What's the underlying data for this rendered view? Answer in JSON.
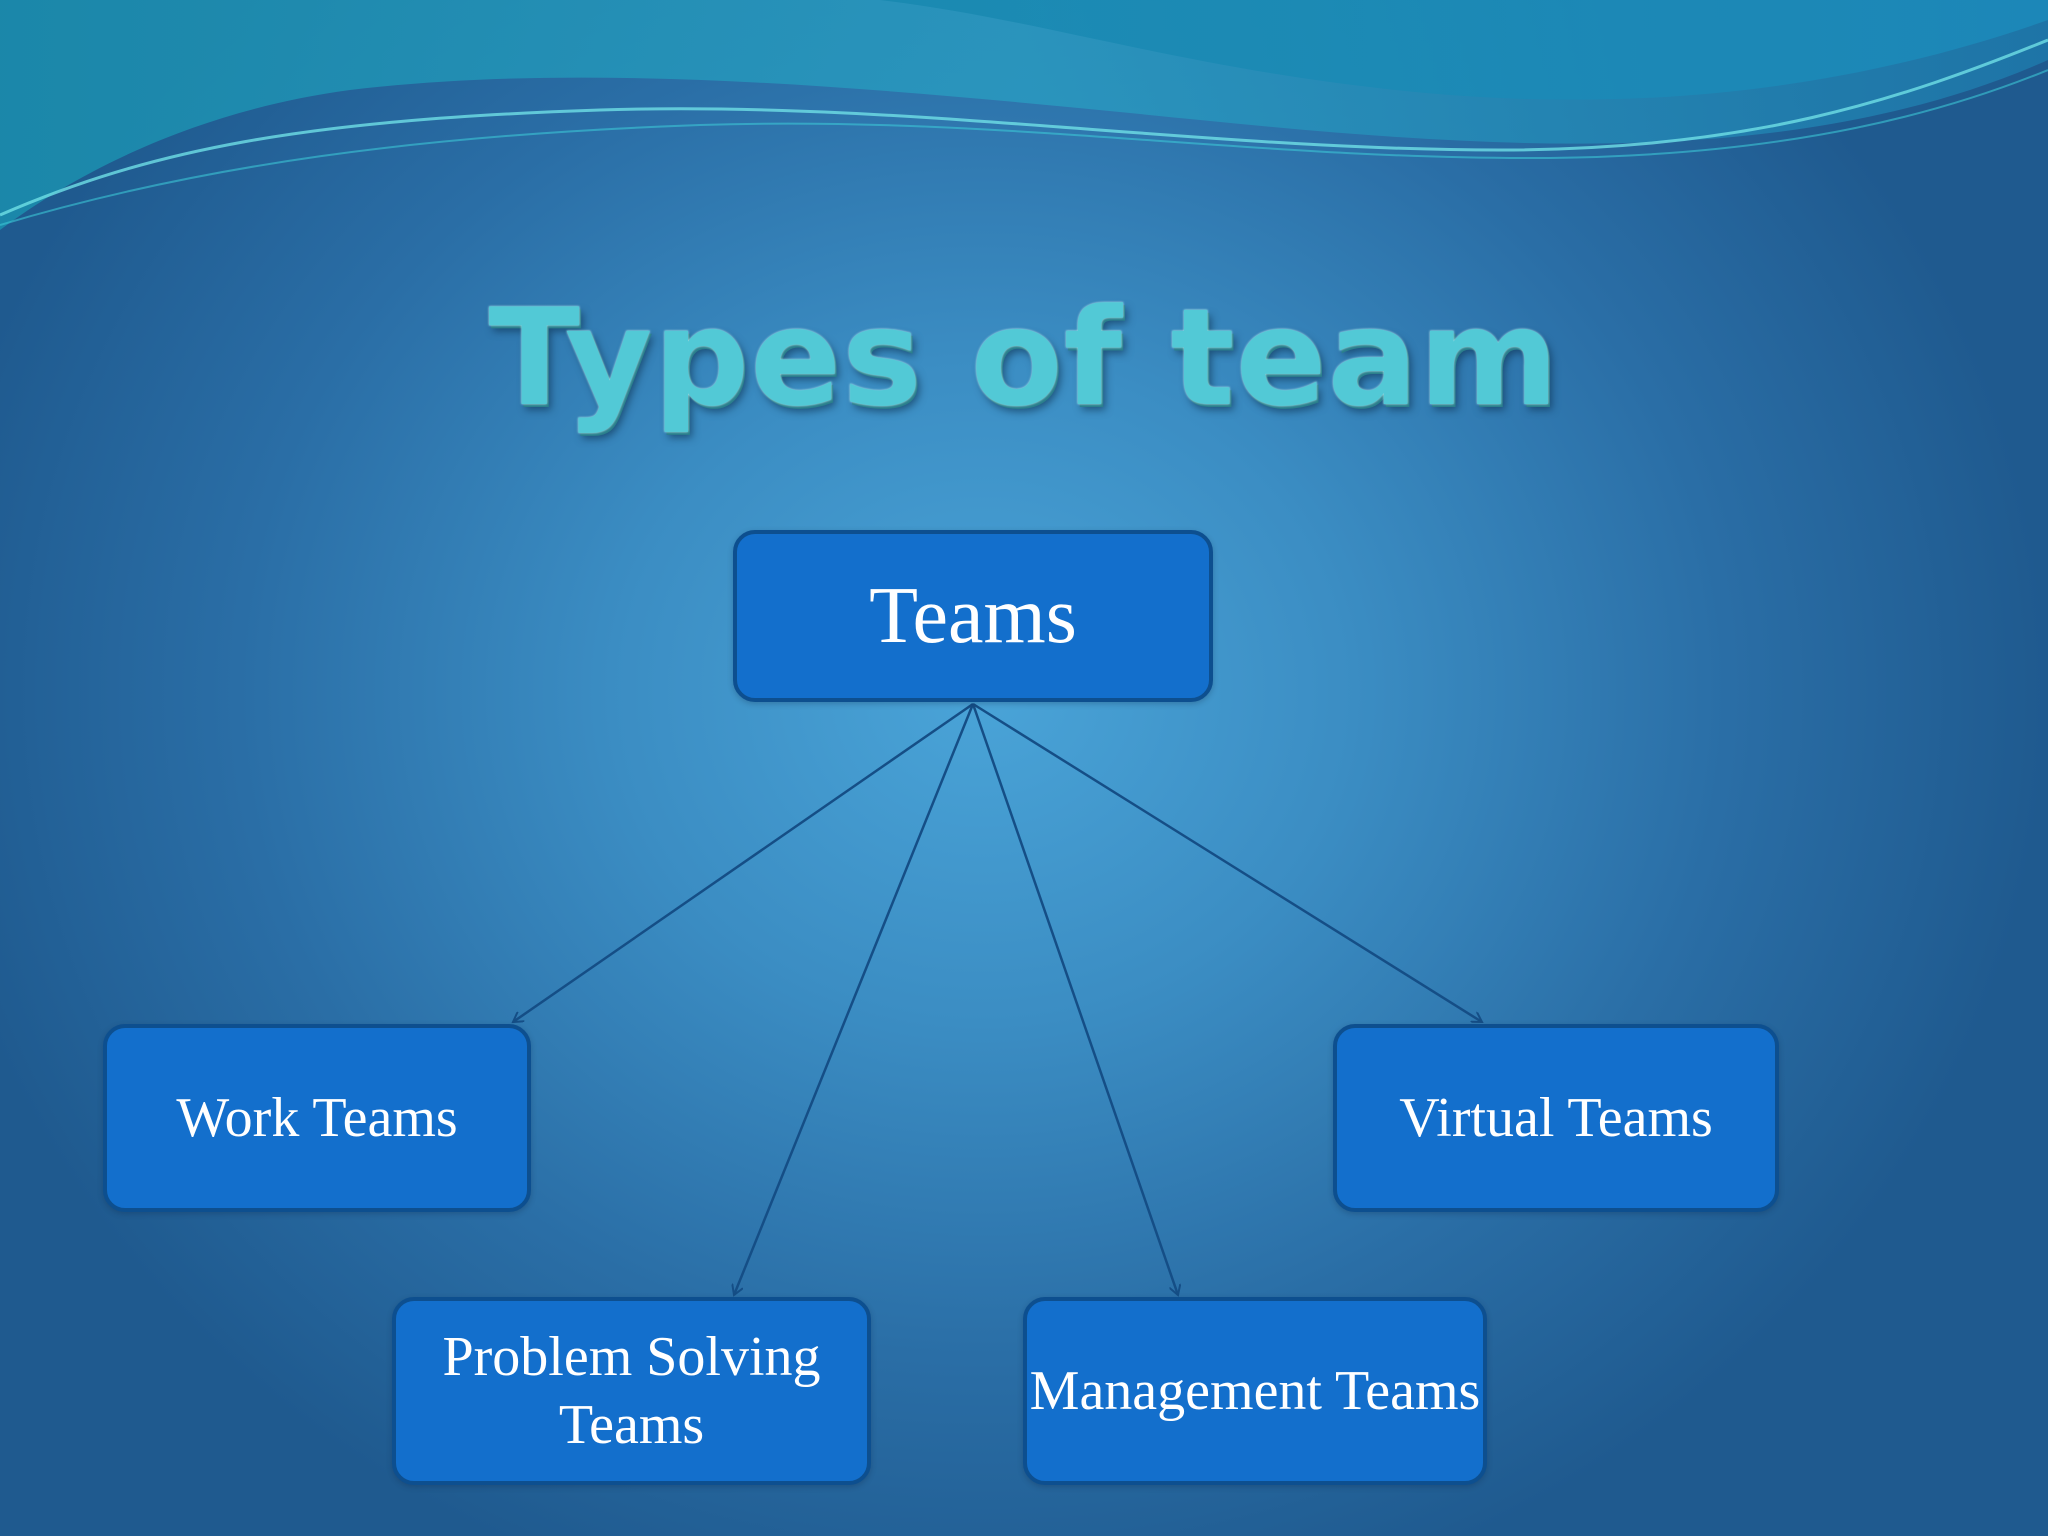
{
  "slide": {
    "title": "Types of team"
  },
  "diagram": {
    "root": {
      "label": "Teams"
    },
    "children": [
      {
        "label": "Work Teams"
      },
      {
        "label": "Problem Solving Teams"
      },
      {
        "label": "Management Teams"
      },
      {
        "label": "Virtual Teams"
      }
    ]
  },
  "colors": {
    "background": "#3b8dc3",
    "title": "#52c9d6",
    "node_fill": "#136fcc",
    "node_border": "#0d4f8f",
    "node_text": "#ffffff",
    "connector": "#154e86"
  }
}
